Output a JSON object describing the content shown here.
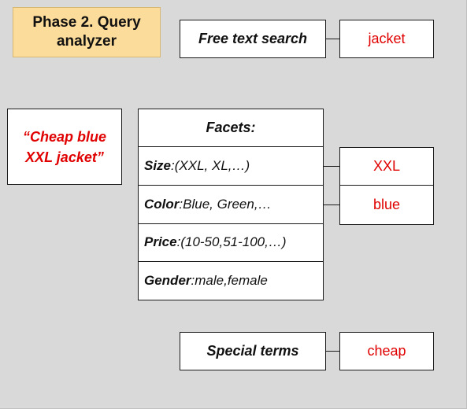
{
  "phase": {
    "line1": "Phase 2. Query",
    "line2": "analyzer"
  },
  "free_text": {
    "label": "Free text search",
    "value": "jacket"
  },
  "query": {
    "line1": "“Cheap blue",
    "line2": "XXL jacket”"
  },
  "facets": {
    "header": "Facets:",
    "rows": [
      {
        "name": "Size",
        "sep": ": ",
        "values": "(XXL, XL,…)"
      },
      {
        "name": "Color",
        "sep": ": ",
        "values": "Blue, Green,…"
      },
      {
        "name": "Price",
        "sep": ": ",
        "values": "(10-50,51-100,…)"
      },
      {
        "name": "Gender",
        "sep": ": ",
        "values": "male,female"
      }
    ]
  },
  "extracted": {
    "size": "XXL",
    "color": "blue"
  },
  "special_terms": {
    "label": "Special terms",
    "value": "cheap"
  }
}
